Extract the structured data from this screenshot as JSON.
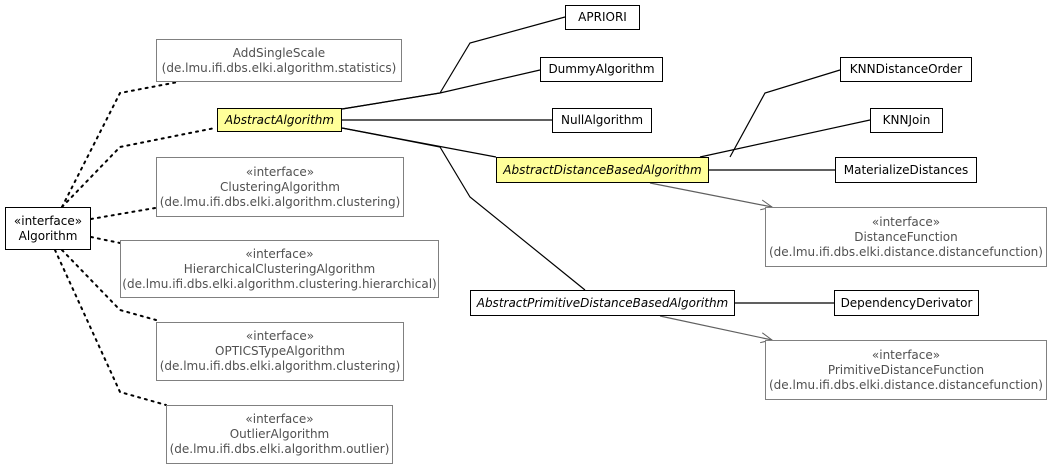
{
  "diagram": {
    "nodes": [
      {
        "id": "algorithm",
        "stereotype": "«interface»",
        "name": "Algorithm",
        "package": "",
        "abstract": false,
        "highlight": false,
        "external": false
      },
      {
        "id": "addsinglescale",
        "stereotype": "",
        "name": "AddSingleScale",
        "package": "(de.lmu.ifi.dbs.elki.algorithm.statistics)",
        "abstract": false,
        "highlight": false,
        "external": true
      },
      {
        "id": "abstractalgorithm",
        "stereotype": "",
        "name": "AbstractAlgorithm",
        "package": "",
        "abstract": true,
        "highlight": true,
        "external": false
      },
      {
        "id": "clusteringalgorithm",
        "stereotype": "«interface»",
        "name": "ClusteringAlgorithm",
        "package": "(de.lmu.ifi.dbs.elki.algorithm.clustering)",
        "abstract": false,
        "highlight": false,
        "external": true
      },
      {
        "id": "hierarchicalclusteringalgorithm",
        "stereotype": "«interface»",
        "name": "HierarchicalClusteringAlgorithm",
        "package": "(de.lmu.ifi.dbs.elki.algorithm.clustering.hierarchical)",
        "abstract": false,
        "highlight": false,
        "external": true
      },
      {
        "id": "opticstypealgorithm",
        "stereotype": "«interface»",
        "name": "OPTICSTypeAlgorithm",
        "package": "(de.lmu.ifi.dbs.elki.algorithm.clustering)",
        "abstract": false,
        "highlight": false,
        "external": true
      },
      {
        "id": "outlieralgorithm",
        "stereotype": "«interface»",
        "name": "OutlierAlgorithm",
        "package": "(de.lmu.ifi.dbs.elki.algorithm.outlier)",
        "abstract": false,
        "highlight": false,
        "external": true
      },
      {
        "id": "apriori",
        "stereotype": "",
        "name": "APRIORI",
        "package": "",
        "abstract": false,
        "highlight": false,
        "external": false
      },
      {
        "id": "dummyalgorithm",
        "stereotype": "",
        "name": "DummyAlgorithm",
        "package": "",
        "abstract": false,
        "highlight": false,
        "external": false
      },
      {
        "id": "nullalgorithm",
        "stereotype": "",
        "name": "NullAlgorithm",
        "package": "",
        "abstract": false,
        "highlight": false,
        "external": false
      },
      {
        "id": "abstractdistancebasedalgorithm",
        "stereotype": "",
        "name": "AbstractDistanceBasedAlgorithm",
        "package": "",
        "abstract": true,
        "highlight": true,
        "external": false
      },
      {
        "id": "abstractprimitivedistancebasedalgorithm",
        "stereotype": "",
        "name": "AbstractPrimitiveDistanceBasedAlgorithm",
        "package": "",
        "abstract": true,
        "highlight": false,
        "external": false
      },
      {
        "id": "knndistanceorder",
        "stereotype": "",
        "name": "KNNDistanceOrder",
        "package": "",
        "abstract": false,
        "highlight": false,
        "external": false
      },
      {
        "id": "knnjoin",
        "stereotype": "",
        "name": "KNNJoin",
        "package": "",
        "abstract": false,
        "highlight": false,
        "external": false
      },
      {
        "id": "materializedistances",
        "stereotype": "",
        "name": "MaterializeDistances",
        "package": "",
        "abstract": false,
        "highlight": false,
        "external": false
      },
      {
        "id": "distancefunction",
        "stereotype": "«interface»",
        "name": "DistanceFunction",
        "package": "(de.lmu.ifi.dbs.elki.distance.distancefunction)",
        "abstract": false,
        "highlight": false,
        "external": true
      },
      {
        "id": "dependencyderivator",
        "stereotype": "",
        "name": "DependencyDerivator",
        "package": "",
        "abstract": false,
        "highlight": false,
        "external": false
      },
      {
        "id": "primitivedistancefunction",
        "stereotype": "«interface»",
        "name": "PrimitiveDistanceFunction",
        "package": "(de.lmu.ifi.dbs.elki.distance.distancefunction)",
        "abstract": false,
        "highlight": false,
        "external": true
      }
    ],
    "edges": [
      {
        "from": "algorithm",
        "to": "addsinglescale",
        "kind": "realization"
      },
      {
        "from": "algorithm",
        "to": "abstractalgorithm",
        "kind": "realization"
      },
      {
        "from": "algorithm",
        "to": "clusteringalgorithm",
        "kind": "realization"
      },
      {
        "from": "algorithm",
        "to": "hierarchicalclusteringalgorithm",
        "kind": "realization"
      },
      {
        "from": "algorithm",
        "to": "opticstypealgorithm",
        "kind": "realization"
      },
      {
        "from": "algorithm",
        "to": "outlieralgorithm",
        "kind": "realization"
      },
      {
        "from": "abstractalgorithm",
        "to": "apriori",
        "kind": "generalization"
      },
      {
        "from": "abstractalgorithm",
        "to": "dummyalgorithm",
        "kind": "generalization"
      },
      {
        "from": "abstractalgorithm",
        "to": "nullalgorithm",
        "kind": "generalization"
      },
      {
        "from": "abstractalgorithm",
        "to": "abstractdistancebasedalgorithm",
        "kind": "generalization"
      },
      {
        "from": "abstractalgorithm",
        "to": "abstractprimitivedistancebasedalgorithm",
        "kind": "generalization"
      },
      {
        "from": "abstractdistancebasedalgorithm",
        "to": "knndistanceorder",
        "kind": "generalization"
      },
      {
        "from": "abstractdistancebasedalgorithm",
        "to": "knnjoin",
        "kind": "generalization"
      },
      {
        "from": "abstractdistancebasedalgorithm",
        "to": "materializedistances",
        "kind": "generalization"
      },
      {
        "from": "abstractdistancebasedalgorithm",
        "to": "distancefunction",
        "kind": "association"
      },
      {
        "from": "abstractprimitivedistancebasedalgorithm",
        "to": "dependencyderivator",
        "kind": "generalization"
      },
      {
        "from": "abstractprimitivedistancebasedalgorithm",
        "to": "primitivedistancefunction",
        "kind": "association"
      }
    ]
  }
}
